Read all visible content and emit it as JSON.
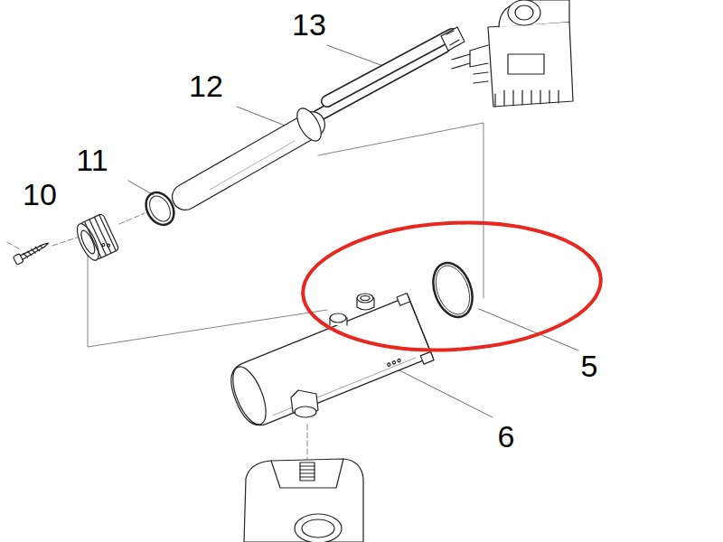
{
  "diagram": {
    "labels": [
      "13",
      "12",
      "11",
      "10",
      "5",
      "6"
    ]
  }
}
